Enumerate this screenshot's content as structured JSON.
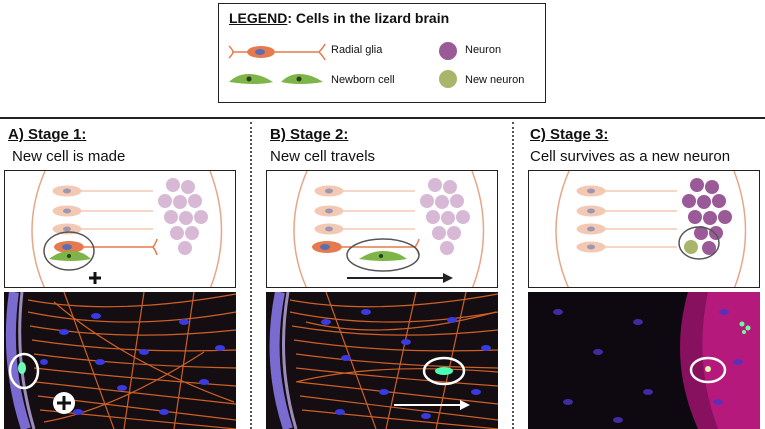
{
  "legend": {
    "prefix": "LEGEND",
    "title": ": Cells in the lizard brain",
    "items": {
      "radial_glia": "Radial glia",
      "newborn_cell": "Newborn cell",
      "neuron": "Neuron",
      "new_neuron": "New neuron"
    }
  },
  "stages": [
    {
      "title": "A) Stage 1:",
      "subtitle": "New cell is made"
    },
    {
      "title": "B) Stage 2:",
      "subtitle": "New cell travels"
    },
    {
      "title": "C) Stage 3:",
      "subtitle": "Cell survives as a new neuron"
    }
  ],
  "colors": {
    "radial_glia": "#e57a4e",
    "radial_glia_faded": "#f3c9b4",
    "newborn_cell": "#7db548",
    "neuron": "#9a5a98",
    "neuron_faded": "#d7b9d6",
    "new_neuron": "#a9b56b",
    "nucleus": "#5b6fb0",
    "tissue_bg": "#140d12"
  },
  "icons": {
    "division": "plus-sign",
    "migration": "right-arrow",
    "highlight": "ellipse-outline"
  }
}
